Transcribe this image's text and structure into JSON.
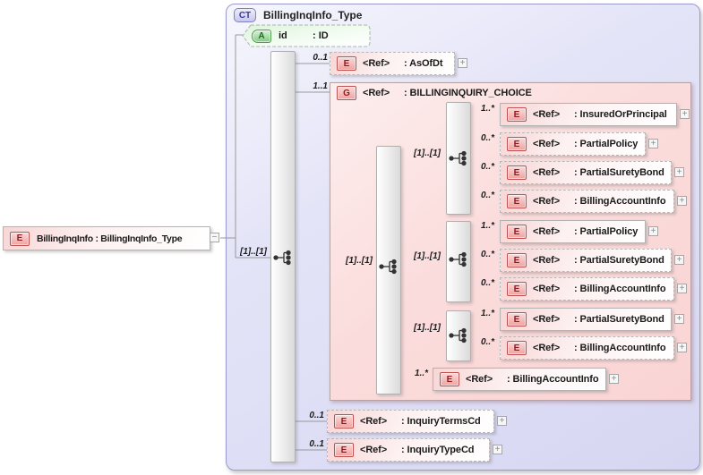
{
  "badges": {
    "complex_type": "CT",
    "element": "E",
    "group": "G",
    "attribute": "A"
  },
  "glyphs": {
    "expand": "+",
    "collapse": "−"
  },
  "complex_type": {
    "title": "BillingInqInfo_Type"
  },
  "root_element": {
    "label": "BillingInqInfo : BillingInqInfo_Type",
    "occurrence": "[1]..[1]"
  },
  "attribute": {
    "name": "id",
    "type": ": ID"
  },
  "group": {
    "ref": "<Ref>",
    "name": ": BILLINGINQUIRY_CHOICE",
    "occurrence": "1..1",
    "inner_occurrence": "[1]..[1]"
  },
  "choice_branches": {
    "seq1": "[1]..[1]",
    "seq2": "[1]..[1]",
    "seq3": "[1]..[1]"
  },
  "rows": {
    "asofdt": {
      "occ": "0..1",
      "ref": "<Ref>",
      "name": ": AsOfDt"
    },
    "g1r1": {
      "occ": "1..*",
      "ref": "<Ref>",
      "name": ": InsuredOrPrincipal"
    },
    "g1r2": {
      "occ": "0..*",
      "ref": "<Ref>",
      "name": ": PartialPolicy"
    },
    "g1r3": {
      "occ": "0..*",
      "ref": "<Ref>",
      "name": ": PartialSuretyBond"
    },
    "g1r4": {
      "occ": "0..*",
      "ref": "<Ref>",
      "name": ": BillingAccountInfo"
    },
    "g2r1": {
      "occ": "1..*",
      "ref": "<Ref>",
      "name": ": PartialPolicy"
    },
    "g2r2": {
      "occ": "0..*",
      "ref": "<Ref>",
      "name": ": PartialSuretyBond"
    },
    "g2r3": {
      "occ": "0..*",
      "ref": "<Ref>",
      "name": ": BillingAccountInfo"
    },
    "g3r1": {
      "occ": "1..*",
      "ref": "<Ref>",
      "name": ": PartialSuretyBond"
    },
    "g3r2": {
      "occ": "0..*",
      "ref": "<Ref>",
      "name": ": BillingAccountInfo"
    },
    "choice_direct": {
      "occ": "1..*",
      "ref": "<Ref>",
      "name": ": BillingAccountInfo"
    },
    "terms": {
      "occ": "0..1",
      "ref": "<Ref>",
      "name": ": InquiryTermsCd"
    },
    "typecd": {
      "occ": "0..1",
      "ref": "<Ref>",
      "name": ": InquiryTypeCd"
    }
  }
}
